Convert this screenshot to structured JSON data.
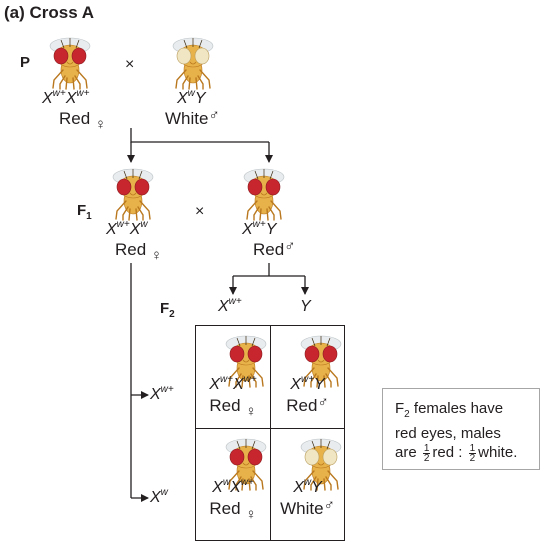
{
  "figure": {
    "title": "(a) Cross A",
    "generation_labels": {
      "p": "P",
      "f1": {
        "base": "F",
        "sub": "1"
      },
      "f2": {
        "base": "F",
        "sub": "2"
      }
    },
    "cross_symbol": "×",
    "symbols": {
      "female": "♀",
      "male": "♂"
    }
  },
  "p_generation": {
    "female": {
      "genotype": [
        {
          "base": "X",
          "sup": "w+"
        },
        {
          "base": "X",
          "sup": "w+"
        }
      ],
      "phenotype": "Red",
      "eye_color": "red"
    },
    "male": {
      "genotype": [
        {
          "base": "X",
          "sup": "w"
        },
        {
          "base": "Y",
          "sup": ""
        }
      ],
      "phenotype": "White",
      "eye_color": "white"
    }
  },
  "f1_generation": {
    "female": {
      "genotype": [
        {
          "base": "X",
          "sup": "w+"
        },
        {
          "base": "X",
          "sup": "w"
        }
      ],
      "phenotype": "Red",
      "eye_color": "red"
    },
    "male": {
      "genotype": [
        {
          "base": "X",
          "sup": "w+"
        },
        {
          "base": "Y",
          "sup": ""
        }
      ],
      "phenotype": "Red",
      "eye_color": "red"
    }
  },
  "punnett": {
    "column_alleles": [
      {
        "base": "X",
        "sup": "w+"
      },
      {
        "base": "Y",
        "sup": ""
      }
    ],
    "row_alleles": [
      {
        "base": "X",
        "sup": "w+"
      },
      {
        "base": "X",
        "sup": "w"
      }
    ],
    "cells": [
      {
        "genotype": [
          {
            "base": "X",
            "sup": "w+"
          },
          {
            "base": "X",
            "sup": "w+"
          }
        ],
        "sex": "female",
        "phenotype": "Red",
        "eye_color": "red",
        "shade": "#d9eef7"
      },
      {
        "genotype": [
          {
            "base": "X",
            "sup": "w+"
          },
          {
            "base": "Y",
            "sup": ""
          }
        ],
        "sex": "male",
        "phenotype": "Red",
        "eye_color": "red",
        "shade": "#d9eef7"
      },
      {
        "genotype": [
          {
            "base": "X",
            "sup": "w"
          },
          {
            "base": "X",
            "sup": "w+"
          }
        ],
        "sex": "female",
        "phenotype": "Red",
        "eye_color": "red",
        "shade": "#d9eef7"
      },
      {
        "genotype": [
          {
            "base": "X",
            "sup": "w"
          },
          {
            "base": "Y",
            "sup": ""
          }
        ],
        "sex": "male",
        "phenotype": "White",
        "eye_color": "white",
        "shade": "#fbe3da"
      }
    ]
  },
  "summary": {
    "line1_prefix": "F",
    "line1_sub": "2",
    "line1_rest": " females have",
    "line2": "red eyes, males",
    "line3_prefix": "are",
    "frac_num": "1",
    "frac_den": "2",
    "red": "red :",
    "white": "white."
  },
  "colors": {
    "red_eye": "#c8262e",
    "white_eye": "#f1e6c4",
    "body": "#e8b24a",
    "body_dark": "#b9781e",
    "wing": "#e9ecee",
    "punnett_blue": "#d9eef7",
    "punnett_pink": "#fbe3da"
  }
}
